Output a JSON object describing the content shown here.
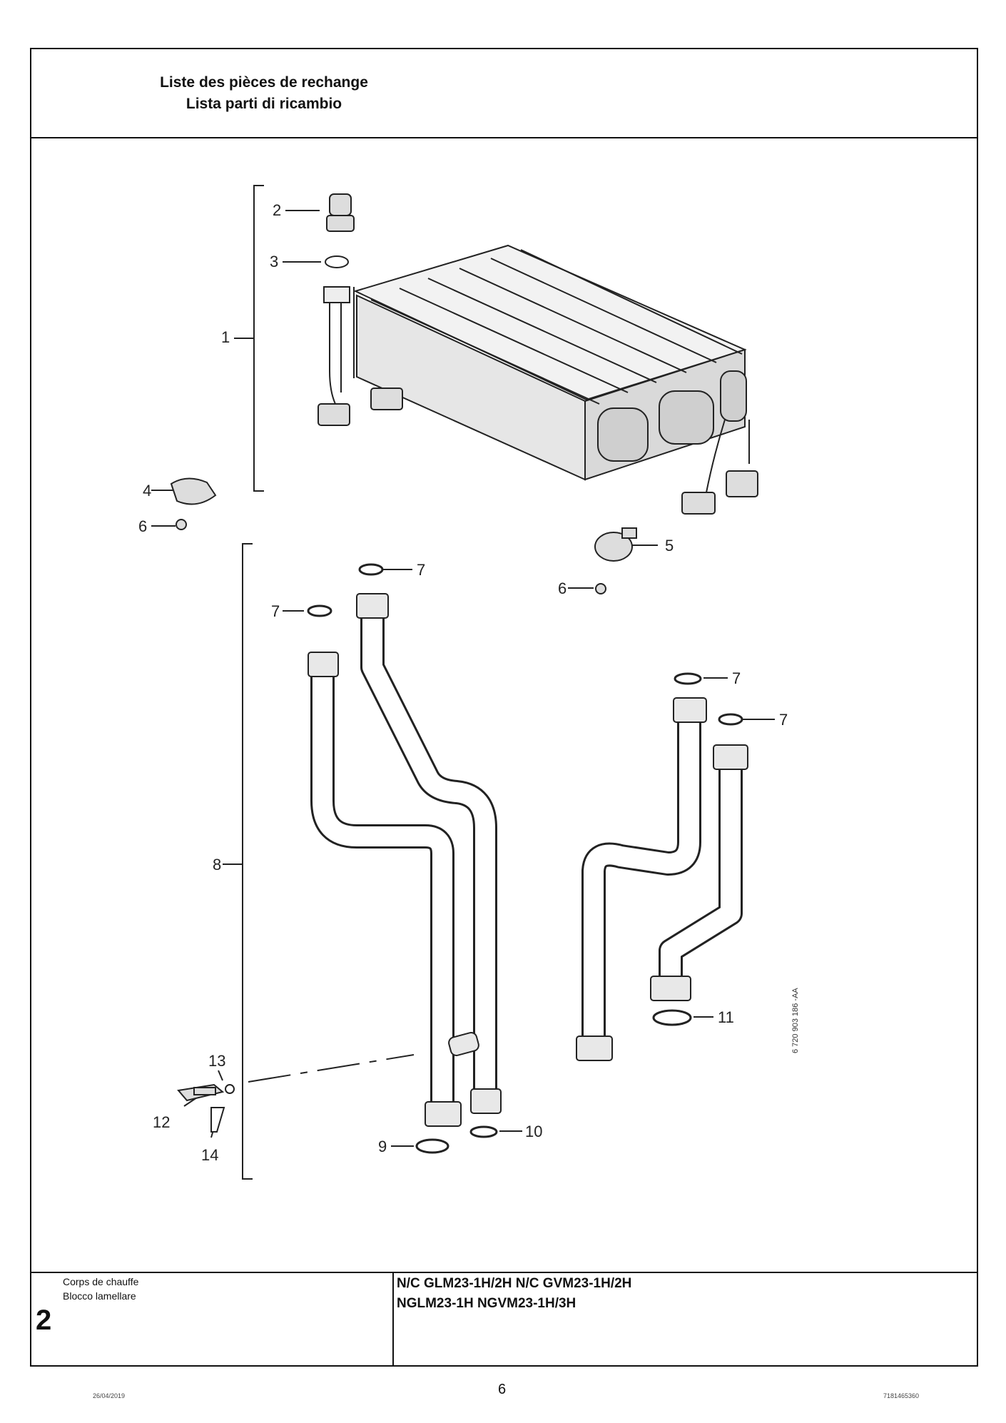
{
  "header": {
    "title_fr": "Liste des pièces de rechange",
    "title_it": "Lista parti di ricambio"
  },
  "diagram": {
    "callouts": [
      "1",
      "2",
      "3",
      "4",
      "5",
      "6",
      "6",
      "7",
      "7",
      "7",
      "7",
      "8",
      "9",
      "10",
      "11",
      "12",
      "13",
      "14"
    ],
    "reference_code": "6 720 903 186 -AA"
  },
  "footer": {
    "section_number": "2",
    "section_fr": "Corps de chauffe",
    "section_it": "Blocco lamellare",
    "models_line1": "N/C GLM23-1H/2H N/C GVM23-1H/2H",
    "models_line2": "NGLM23-1H NGVM23-1H/3H"
  },
  "page": {
    "date": "26/04/2019",
    "number": "6",
    "document_number": "7181465360"
  }
}
